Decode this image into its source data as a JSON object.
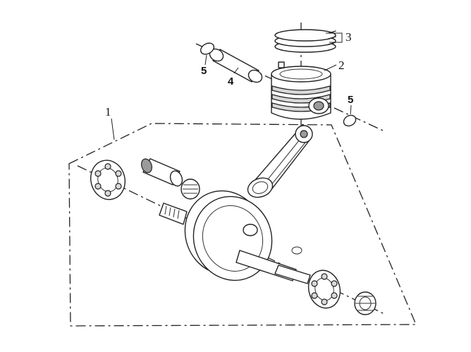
{
  "diagram": {
    "callouts": [
      {
        "id": "crankshaft-assembly",
        "label": "1"
      },
      {
        "id": "piston",
        "label": "2"
      },
      {
        "id": "piston-rings",
        "label": "3"
      },
      {
        "id": "piston-pin",
        "label": "4"
      },
      {
        "id": "circlip-left",
        "label": "5"
      },
      {
        "id": "circlip-right",
        "label": "5"
      }
    ]
  }
}
